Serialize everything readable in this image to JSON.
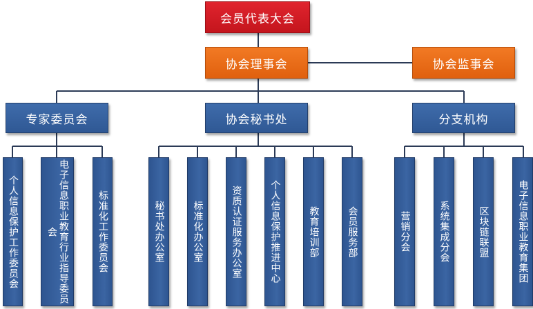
{
  "assembly": "会员代表大会",
  "council": "协会理事会",
  "supervisory": "协会监事会",
  "branches": [
    {
      "label": "专家委员会",
      "children": [
        "个人信息保护工作委员会",
        "电子信息职业教育行业指导委员会",
        "标准化工作委员会"
      ]
    },
    {
      "label": "协会秘书处",
      "children": [
        "秘书处办公室",
        "标准化办公室",
        "资质认证服务办公室",
        "个人信息保护推进中心",
        "教育培训部",
        "会员服务部"
      ]
    },
    {
      "label": "分支机构",
      "children": [
        "营销分会",
        "系统集成分会",
        "区块链联盟",
        "电子信息职业教育集团"
      ]
    }
  ]
}
